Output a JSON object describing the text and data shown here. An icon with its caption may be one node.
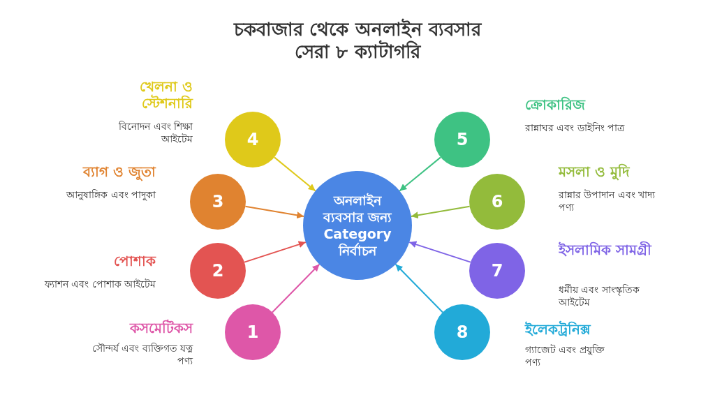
{
  "diagram": {
    "title": "চকবাজার থেকে অনলাইন ব্যবসার সেরা ৮ ক্যাটাগরি",
    "nodes": [
      {
        "text": [
          "অনলাইন ব্যবসার জন্য Category নির্বাচন"
        ]
      },
      {
        "text": [
          "1"
        ],
        "beside": [
          "কসমেটিকস",
          "সৌন্দর্য এবং ব্যক্তিগত যত্ন পণ্য"
        ]
      },
      {
        "text": [
          "2"
        ],
        "beside": [
          "পোশাক",
          "ফ্যাশন এবং পোশাক আইটেম"
        ]
      },
      {
        "text": [
          "3"
        ],
        "beside": [
          "ব্যাগ ও জুতা",
          "আনুষাঙ্গিক এবং পাদুকা"
        ]
      },
      {
        "text": [
          "4"
        ],
        "beside": [
          "খেলনা ও স্টেশনারি",
          "বিনোদন এবং শিক্ষা আইটেম"
        ]
      },
      {
        "text": [
          "5"
        ],
        "beside": [
          "ক্রোকারিজ",
          "রান্নাঘর এবং ডাইনিং পাত্র"
        ]
      },
      {
        "text": [
          "6"
        ],
        "beside": [
          "মসলা ও মুদি",
          "রান্নার উপাদান এবং খাদ্য পণ্য"
        ]
      },
      {
        "text": [
          "7"
        ],
        "beside": [
          "ইসলামিক সামগ্রী",
          "ধর্মীয় এবং সাংস্কৃতিক আইটেম"
        ]
      },
      {
        "text": [
          "8"
        ],
        "beside": [
          "ইলেকট্রনিক্স",
          "গ্যাজেট এবং প্রযুক্তি পণ্য"
        ]
      }
    ],
    "edges": [
      {
        "from": 1,
        "to": 0,
        "arrow": "to",
        "color": "#de57a8"
      },
      {
        "from": 2,
        "to": 0,
        "arrow": "to",
        "color": "#e35452"
      },
      {
        "from": 3,
        "to": 0,
        "arrow": "to",
        "color": "#e08330"
      },
      {
        "from": 4,
        "to": 0,
        "arrow": "to",
        "color": "#dfc91a"
      },
      {
        "from": 5,
        "to": 0,
        "arrow": "to",
        "color": "#3ec283"
      },
      {
        "from": 6,
        "to": 0,
        "arrow": "to",
        "color": "#93bb3b"
      },
      {
        "from": 7,
        "to": 0,
        "arrow": "to",
        "color": "#7f64e6"
      },
      {
        "from": 8,
        "to": 0,
        "arrow": "to",
        "color": "#22aad8"
      }
    ]
  }
}
